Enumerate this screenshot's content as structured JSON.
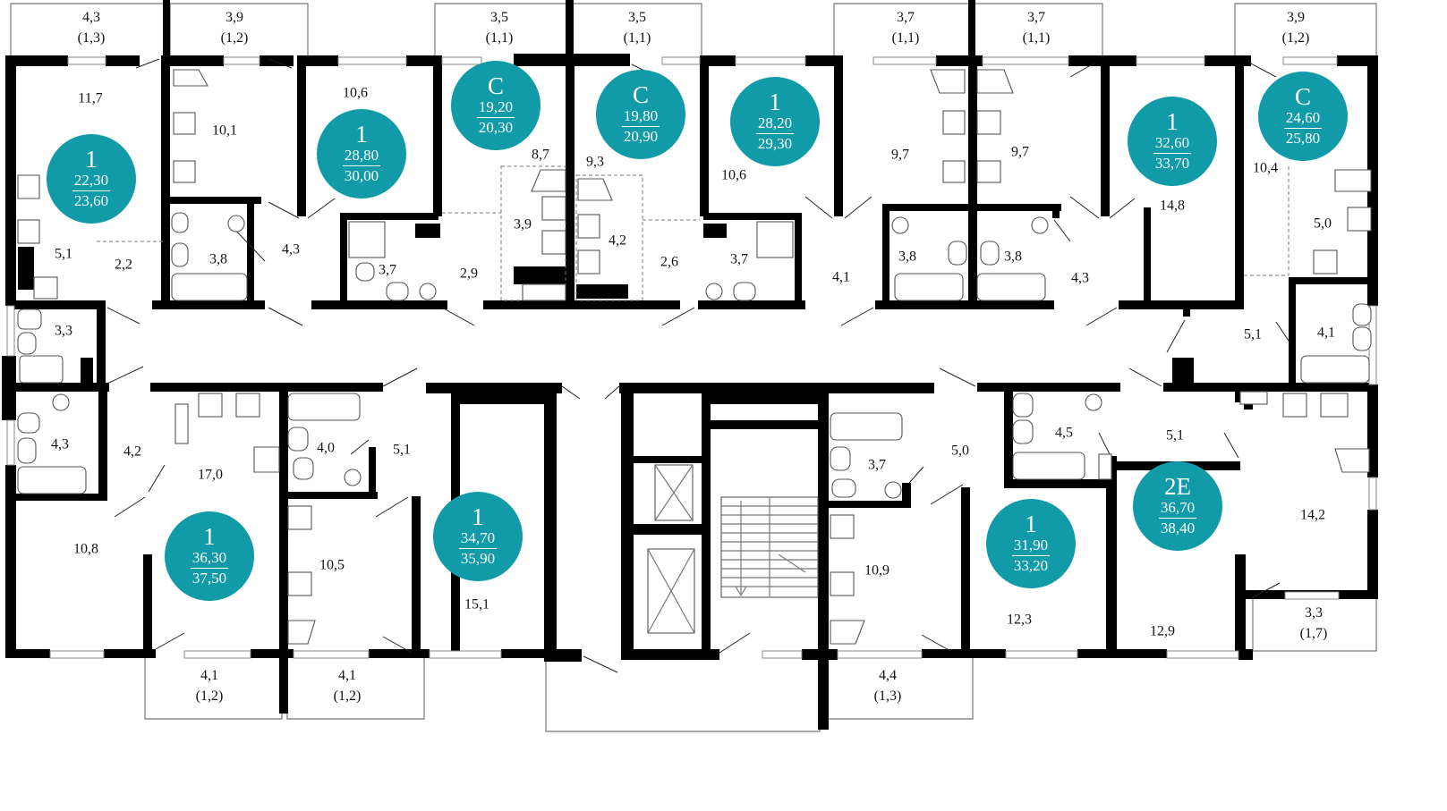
{
  "apartments": [
    {
      "type": "1",
      "living": "22,30",
      "total": "23,60"
    },
    {
      "type": "1",
      "living": "28,80",
      "total": "30,00"
    },
    {
      "type": "С",
      "living": "19,20",
      "total": "20,30"
    },
    {
      "type": "С",
      "living": "19,80",
      "total": "20,90"
    },
    {
      "type": "1",
      "living": "28,20",
      "total": "29,30"
    },
    {
      "type": "1",
      "living": "32,60",
      "total": "33,70"
    },
    {
      "type": "С",
      "living": "24,60",
      "total": "25,80"
    },
    {
      "type": "1",
      "living": "36,30",
      "total": "37,50"
    },
    {
      "type": "1",
      "living": "34,70",
      "total": "35,90"
    },
    {
      "type": "1",
      "living": "31,90",
      "total": "33,20"
    },
    {
      "type": "2Е",
      "living": "36,70",
      "total": "38,40"
    }
  ],
  "balconies": [
    {
      "area": "4,3",
      "reduced": "(1,3)"
    },
    {
      "area": "3,9",
      "reduced": "(1,2)"
    },
    {
      "area": "3,5",
      "reduced": "(1,1)"
    },
    {
      "area": "3,5",
      "reduced": "(1,1)"
    },
    {
      "area": "3,7",
      "reduced": "(1,1)"
    },
    {
      "area": "3,7",
      "reduced": "(1,1)"
    },
    {
      "area": "3,9",
      "reduced": "(1,2)"
    },
    {
      "area": "4,1",
      "reduced": "(1,2)"
    },
    {
      "area": "4,1",
      "reduced": "(1,2)"
    },
    {
      "area": "4,4",
      "reduced": "(1,3)"
    },
    {
      "area": "3,3",
      "reduced": "(1,7)"
    }
  ],
  "rooms": [
    "11,7",
    "10,1",
    "10,6",
    "8,7",
    "9,3",
    "3,9",
    "4,2",
    "10,6",
    "9,7",
    "9,7",
    "10,4",
    "5,0",
    "14,8",
    "5,1",
    "2,2",
    "3,8",
    "4,3",
    "3,7",
    "2,9",
    "2,6",
    "3,7",
    "4,1",
    "3,8",
    "3,8",
    "4,3",
    "3,3",
    "5,1",
    "4,1",
    "4,3",
    "4,2",
    "17,0",
    "4,0",
    "5,1",
    "5,0",
    "3,7",
    "4,5",
    "5,1",
    "14,2",
    "10,8",
    "10,5",
    "15,1",
    "10,9",
    "12,3",
    "12,9"
  ]
}
